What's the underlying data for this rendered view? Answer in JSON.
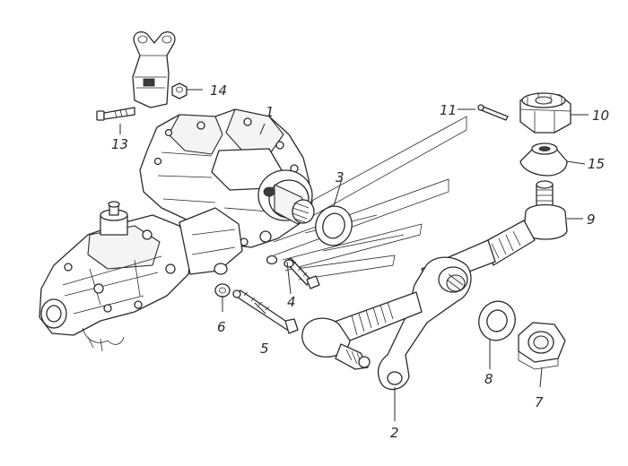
{
  "diagram": {
    "labels": [
      {
        "id": "1",
        "text": "1"
      },
      {
        "id": "2",
        "text": "2"
      },
      {
        "id": "3",
        "text": "3"
      },
      {
        "id": "4",
        "text": "4"
      },
      {
        "id": "5",
        "text": "5"
      },
      {
        "id": "6",
        "text": "6"
      },
      {
        "id": "7",
        "text": "7"
      },
      {
        "id": "8",
        "text": "8"
      },
      {
        "id": "9",
        "text": "9"
      },
      {
        "id": "10",
        "text": "10"
      },
      {
        "id": "11",
        "text": "11"
      },
      {
        "id": "13",
        "text": "13"
      },
      {
        "id": "14",
        "text": "14"
      },
      {
        "id": "15",
        "text": "15"
      }
    ]
  }
}
